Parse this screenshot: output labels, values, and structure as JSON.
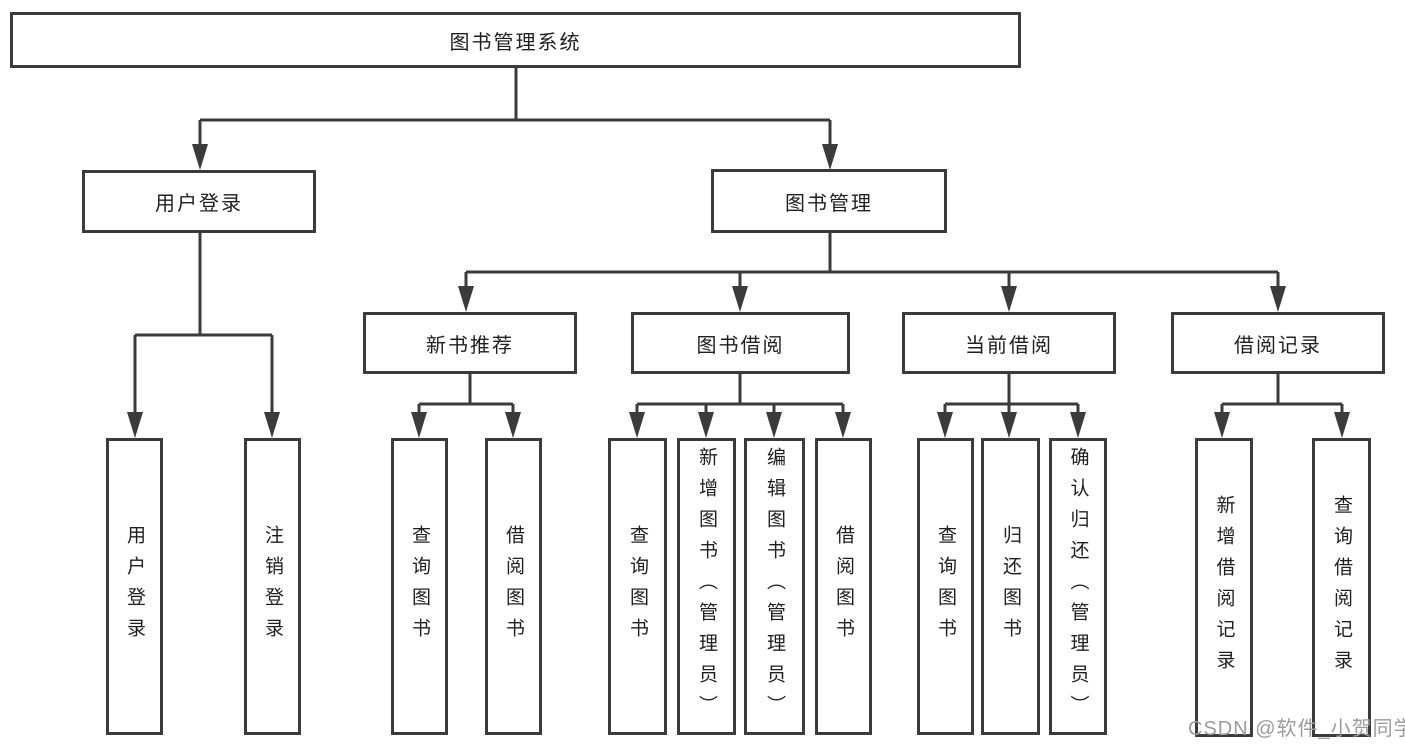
{
  "diagram": {
    "title": "图书管理系统",
    "root": {
      "label": "图书管理系统"
    },
    "level2": [
      {
        "label": "用户登录"
      },
      {
        "label": "图书管理"
      }
    ],
    "level3": [
      {
        "label": "新书推荐"
      },
      {
        "label": "图书借阅"
      },
      {
        "label": "当前借阅"
      },
      {
        "label": "借阅记录"
      }
    ],
    "leaves": [
      {
        "label": "用户登录"
      },
      {
        "label": "注销登录"
      },
      {
        "label": "查询图书"
      },
      {
        "label": "借阅图书"
      },
      {
        "label": "查询图书"
      },
      {
        "label": "新增图书（管理员）"
      },
      {
        "label": "编辑图书（管理员）"
      },
      {
        "label": "借阅图书"
      },
      {
        "label": "查询图书"
      },
      {
        "label": "归还图书"
      },
      {
        "label": "确认归还（管理员）"
      },
      {
        "label": "新增借阅记录"
      },
      {
        "label": "查询借阅记录"
      }
    ]
  },
  "watermark": {
    "text": "CSDN @软件_小贺同学"
  },
  "colors": {
    "line": "#3b3b3b",
    "text": "#1f1f1f",
    "watermark": "#9c9c9c",
    "background": "#ffffff"
  }
}
